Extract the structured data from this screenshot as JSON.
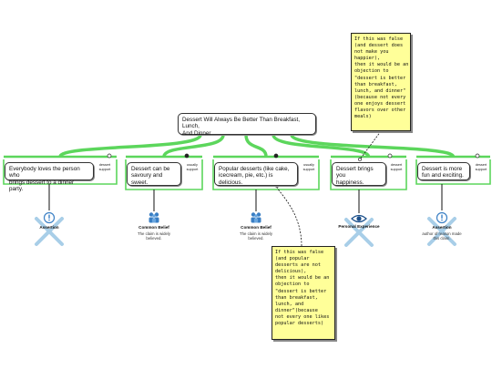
{
  "claim": {
    "lines": [
      "Dessert Will Always Be Better Than Breakfast,",
      "Lunch,",
      "And Dinner"
    ]
  },
  "reasons": [
    {
      "lines": [
        "Everybody loves the person who",
        "brings dessert to a dinner party."
      ],
      "tag": [
        "dessert",
        "support"
      ],
      "source": {
        "label": "Assertion",
        "sub": [],
        "icon": "assertion-icon",
        "crossed": true
      }
    },
    {
      "lines": [
        "Dessert can be",
        "savoury and",
        "sweet."
      ],
      "tag": [
        "usually",
        "support"
      ],
      "source": {
        "label": "Common Belief",
        "sub": [
          "The claim is widely",
          "believed."
        ],
        "icon": "people-icon",
        "crossed": false
      }
    },
    {
      "lines": [
        "Popular desserts (like cake,",
        "icecream, pie, etc.) is",
        "delicious."
      ],
      "tag": [
        "usually",
        "support"
      ],
      "source": {
        "label": "Common Belief",
        "sub": [
          "The claim is widely",
          "believed."
        ],
        "icon": "people-icon",
        "crossed": false
      }
    },
    {
      "lines": [
        "Dessert brings",
        "you",
        "happiness."
      ],
      "tag": [
        "dessert",
        "support"
      ],
      "source": {
        "label": "Personal Experience",
        "sub": [],
        "icon": "eye-icon",
        "crossed": true
      }
    },
    {
      "lines": [
        "Dessert is more",
        "fun and exciting."
      ],
      "tag": [
        "dessert",
        "support"
      ],
      "source": {
        "label": "Assertion",
        "sub": [
          "author of reason made",
          "this claim."
        ],
        "icon": "assertion-icon",
        "crossed": true
      }
    }
  ],
  "notes": [
    {
      "lines": [
        "If this was false",
        "(and dessert does",
        "not make you",
        "happier),",
        "then it would be an",
        "objection to",
        "\"dessert is better",
        "than breakfast,",
        "lunch, and dinner\"",
        "(because not every",
        "one enjoys dessert",
        "flavors over other",
        "meals)"
      ]
    },
    {
      "lines": [
        "If this was false",
        "(and popular",
        "desserts are not",
        "delicious),",
        "then it would be an",
        "objection to",
        "\"dessert is better",
        "than breakfast,",
        "lunch, and",
        "dinner\"(because",
        "not every one likes",
        "popular desserts)"
      ]
    }
  ],
  "colors": {
    "link": "#5cd65c",
    "cross": "#9ec9e6",
    "note": "#ffff99",
    "icon": "#3a7fc4"
  }
}
